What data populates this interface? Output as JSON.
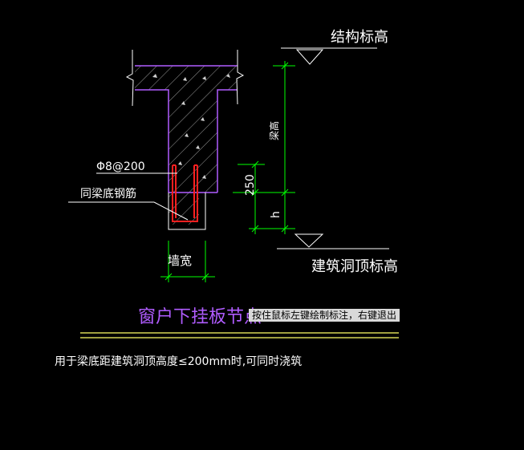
{
  "labels": {
    "structure_elevation": "结构标高",
    "beam_height": "梁高",
    "rebar_spec": "Φ8@200",
    "same_as_beam_bottom_rebar": "同梁底钢筋",
    "dim_250": "250",
    "dim_h": "h",
    "wall_width": "墙宽",
    "opening_top_elevation": "建筑洞顶标高",
    "title": "窗户下挂板节点",
    "note": "用于梁底距建筑洞顶高度≤200mm时,可同时浇筑"
  },
  "status": {
    "tooltip": "按住鼠标左键绘制标注，右键退出"
  },
  "colors": {
    "background": "#000000",
    "beam_outline": "#b05cff",
    "dimension": "#00ff00",
    "rebar": "#ff2020",
    "text": "#ffffff",
    "title": "#b05cff",
    "underline": "#ffff66"
  }
}
